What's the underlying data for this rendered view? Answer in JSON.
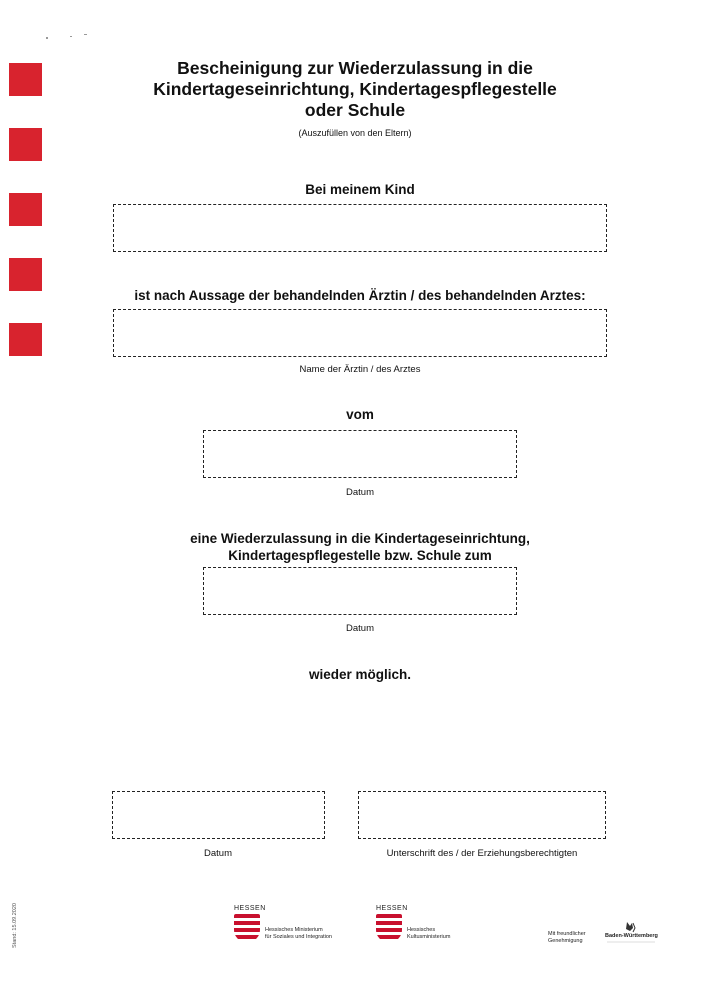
{
  "form": {
    "title_line1": "Bescheinigung zur Wiederzulassung in die",
    "title_line2": "Kindertageseinrichtung, Kindertagespflegestelle",
    "title_line3": "oder Schule",
    "subtitle": "(Auszufüllen von den Eltern)",
    "child_label": "Bei meinem Kind",
    "child_value": "",
    "doctor_statement": "ist nach Aussage der behandelnden Ärztin / des behandelnden Arztes:",
    "doctor_value": "",
    "doctor_caption": "Name der Ärztin / des Arztes",
    "from_label": "vom",
    "from_value": "",
    "from_caption": "Datum",
    "readmission_line1": "eine Wiederzulassung in die Kindertageseinrichtung,",
    "readmission_line2": "Kindertagespflegestelle bzw. Schule zum",
    "readmission_value": "",
    "readmission_caption": "Datum",
    "possible_label": "wieder möglich.",
    "sign_date_value": "",
    "sign_date_caption": "Datum",
    "signature_value": "",
    "signature_caption": "Unterschrift des / der Erziehungsberechtigten"
  },
  "footer": {
    "stand": "Stand: 15.09.2020",
    "logo1_brand": "HESSEN",
    "logo1_line1": "Hessisches Ministerium",
    "logo1_line2": "für Soziales und Integration",
    "logo2_brand": "HESSEN",
    "logo2_line1": "Hessisches",
    "logo2_line2": "Kultusministerium",
    "thanks_line1": "Mit freundlicher",
    "thanks_line2": "Genehmigung",
    "bw_text": "Baden-Württemberg"
  },
  "colors": {
    "accent_red": "#d8232e",
    "logo_red": "#c8102e"
  }
}
